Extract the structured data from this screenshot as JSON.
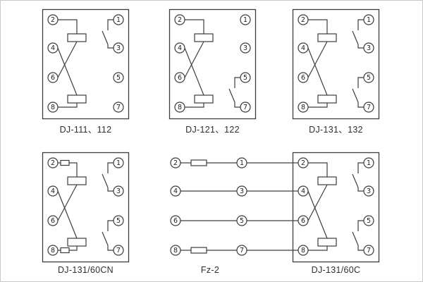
{
  "theme": {
    "line": "#3d3d3d",
    "bg": "#ffffff",
    "text": "#2e2e2e",
    "frame": "#c9c9c9"
  },
  "panels": [
    {
      "label": "DJ-111、112",
      "left_terminals": [
        "2",
        "4",
        "6",
        "8"
      ],
      "right_terminals": [
        "1",
        "3",
        "5",
        "7"
      ]
    },
    {
      "label": "DJ-121、122",
      "left_terminals": [
        "2",
        "4",
        "6",
        "8"
      ],
      "right_terminals": [
        "1",
        "3",
        "5",
        "7"
      ]
    },
    {
      "label": "DJ-131、132",
      "left_terminals": [
        "2",
        "4",
        "6",
        "8"
      ],
      "right_terminals": [
        "1",
        "3",
        "5",
        "7"
      ]
    },
    {
      "label": "DJ-131/60CN",
      "left_terminals": [
        "2",
        "4",
        "6",
        "8"
      ],
      "right_terminals": [
        "1",
        "3",
        "5",
        "7"
      ]
    },
    {
      "label": "Fz-2",
      "left_terminals": [
        "2",
        "4",
        "6",
        "8"
      ],
      "right_terminals": [
        "1",
        "3",
        "5",
        "7"
      ]
    },
    {
      "label": "DJ-131/60C",
      "left_terminals": [
        "2",
        "4",
        "6",
        "8"
      ],
      "right_terminals": [
        "1",
        "3",
        "5",
        "7"
      ]
    }
  ]
}
